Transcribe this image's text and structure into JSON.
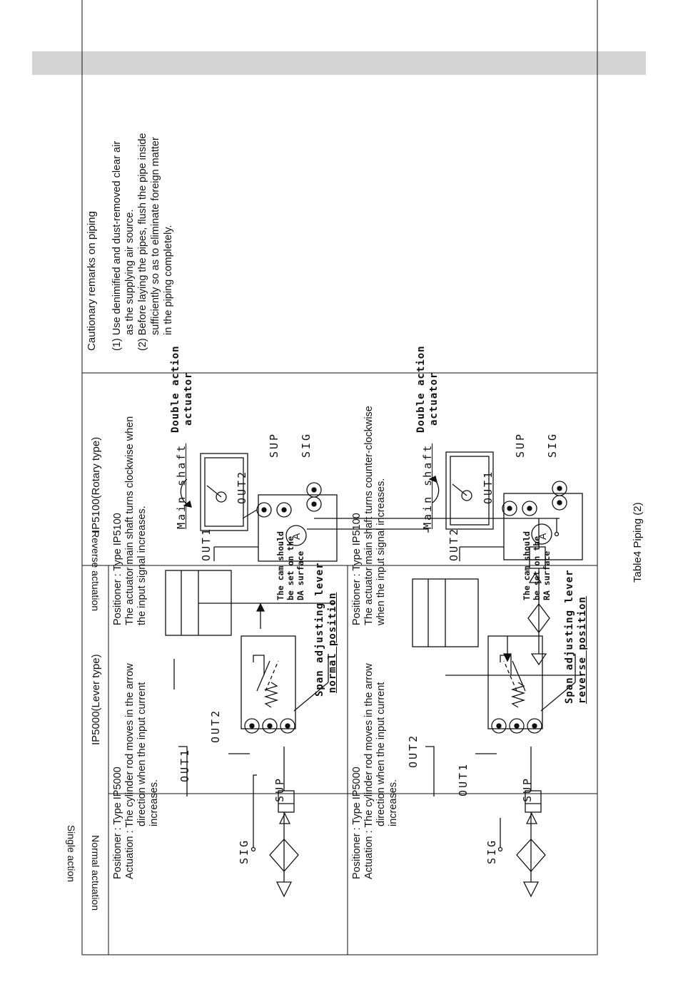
{
  "table_caption": "Table4   Piping (2)",
  "columns": {
    "lever": "IP5000(Lever type)",
    "rotary": "IP5100(Rotary type)"
  },
  "rows": {
    "group": "Single action",
    "normal": "Normal actuation",
    "reverse": "Reverse actuation"
  },
  "normal_lever": {
    "line1": "Positioner : Type IP5000",
    "line2": "Actuation : The cylinder rod moves in the arrow",
    "line3": "direction   when   the   input   current",
    "line4": "increases."
  },
  "normal_rotary": {
    "line1": "Positioner : Type IP5100",
    "line2": "The  actuator  main  shaft  turns  clockwise  when",
    "line3": "the input signal increases."
  },
  "reverse_lever": {
    "line1": "Positioner : Type IP5000",
    "line2": "Actuation : The cylinder rod moves in the arrow",
    "line3": "direction   when   the   input   current",
    "line4": "increases."
  },
  "reverse_rotary": {
    "line1": "Positioner : Type IP5100",
    "line2": "The actuator main shaft turns counter-clockwise",
    "line3": "when the input signal increases."
  },
  "labels": {
    "sig": "SIG",
    "sup": "SUP",
    "out1": "OUT1",
    "out2": "OUT2",
    "main_shaft": "Main shaft",
    "double_action_1": "Double action",
    "double_action_2": "actuator",
    "span_lever": "Span adjusting lever",
    "normal_position": "normal position",
    "reverse_position": "reverse position",
    "cam_1": "The cam should",
    "cam_2": "be set on the",
    "cam_da": "DA surface",
    "cam_ra": "RA surface",
    "a_mark": "A"
  },
  "remarks": {
    "title": "Cautionary remarks on piping",
    "r1a": "(1)  Use  denimified  and  dust-removed  clear  air",
    "r1b": "as the supplying air source.",
    "r2a": "(2)  Before laying the pipes, flush the pipe inside",
    "r2b": "sufficiently so as to eliminate foreign matter",
    "r2c": "in the piping completely."
  }
}
